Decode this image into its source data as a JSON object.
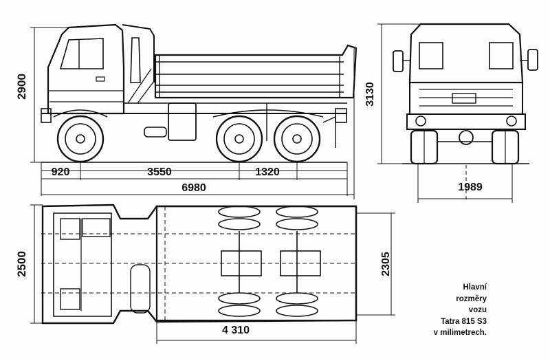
{
  "dimensions": {
    "height_cab": "2900",
    "front_overhang": "920",
    "wheelbase": "3550",
    "rear_axle_spacing": "1320",
    "overall_length": "6980",
    "height_front": "3130",
    "track_width": "1989",
    "overall_width": "2500",
    "body_width": "2305",
    "body_length": "4 310"
  },
  "caption": {
    "line1": "Hlavní",
    "line2": "rozměry",
    "line3": "vozu",
    "line4": "Tatra 815 S3",
    "line5": "v milimetrech."
  },
  "colors": {
    "ink": "#111111",
    "paper": "#fdfdfb"
  }
}
